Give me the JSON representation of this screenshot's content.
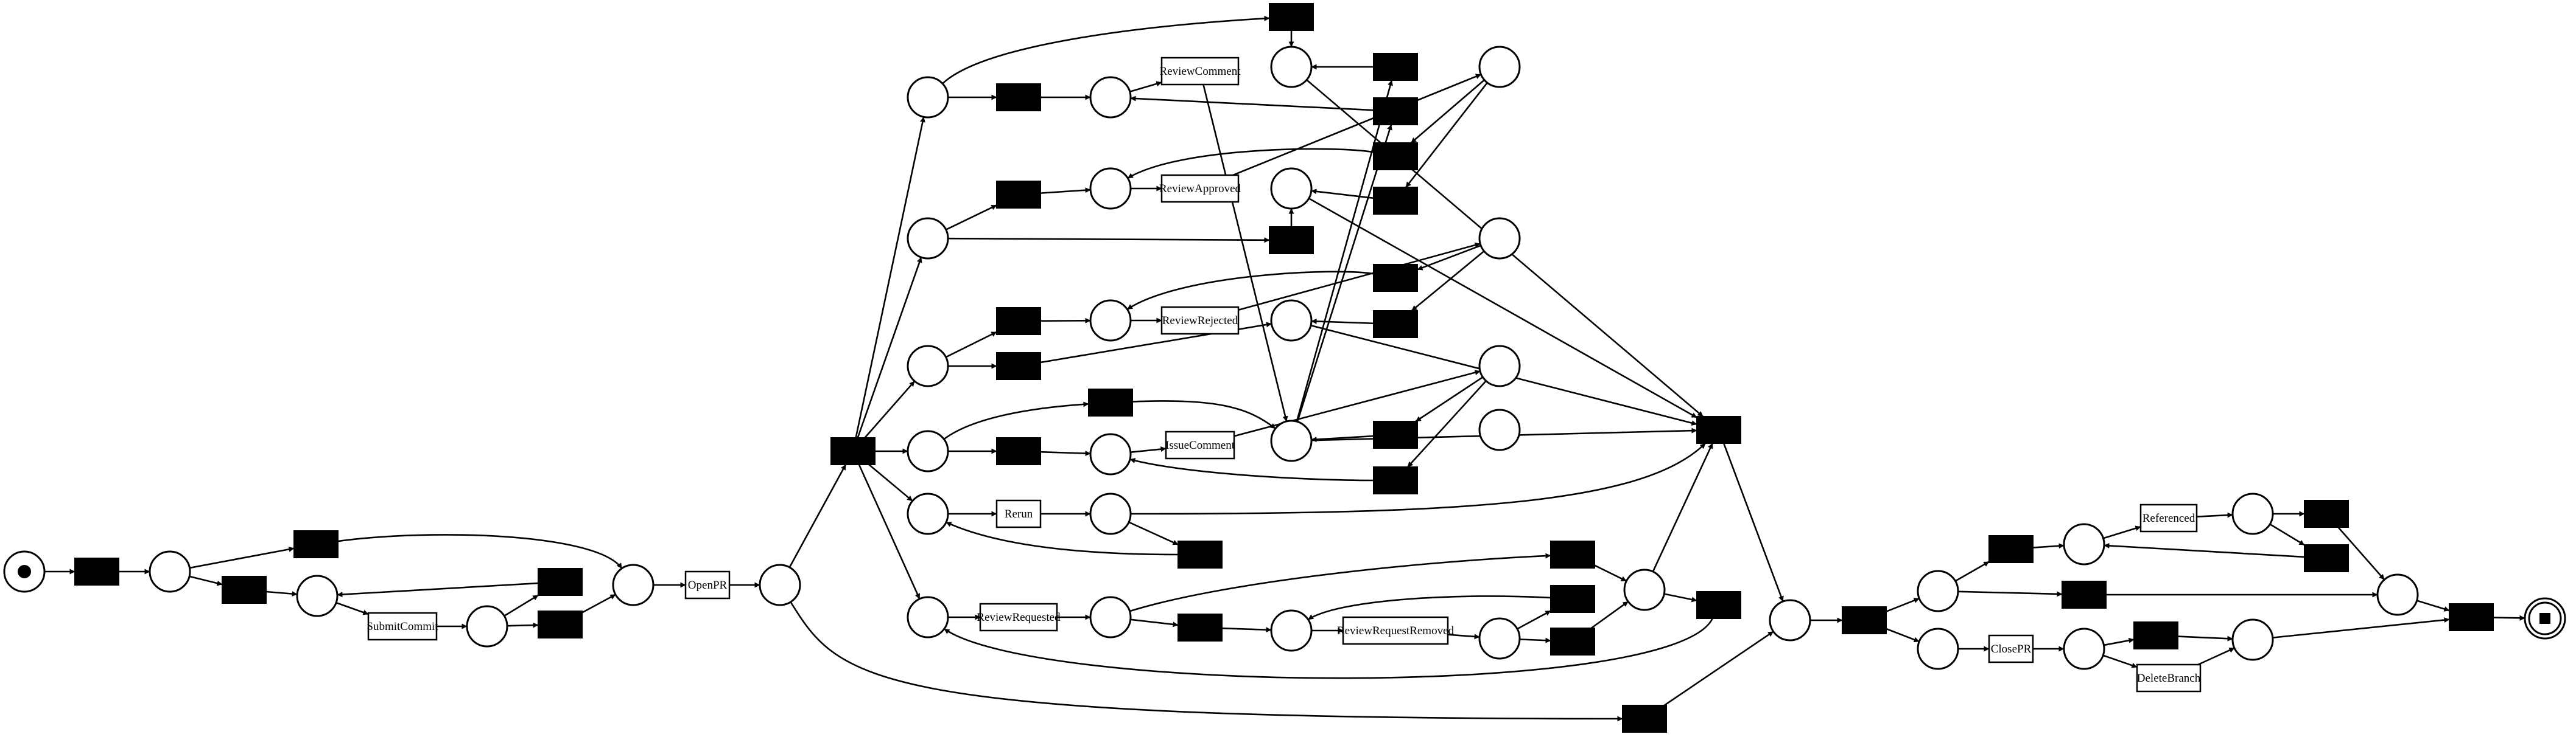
{
  "diagram": {
    "type": "petri-net",
    "colors": {
      "line": "#000000",
      "background": "#ffffff",
      "silent_transition": "#000000"
    },
    "transition_labels": {
      "submit_commit": "SubmitCommit",
      "open_pr": "OpenPR",
      "review_comment": "ReviewComment",
      "review_approved": "ReviewApproved",
      "review_rejected": "ReviewRejected",
      "issue_comment": "IssueComment",
      "rerun": "Rerun",
      "review_requested": "ReviewRequested",
      "review_request_removed": "ReviewRequestRemoved",
      "close_pr": "ClosePR",
      "delete_branch": "DeleteBranch",
      "referenced": "Referenced"
    },
    "markers": {
      "start": "initial-token",
      "end": "final-marking"
    }
  }
}
